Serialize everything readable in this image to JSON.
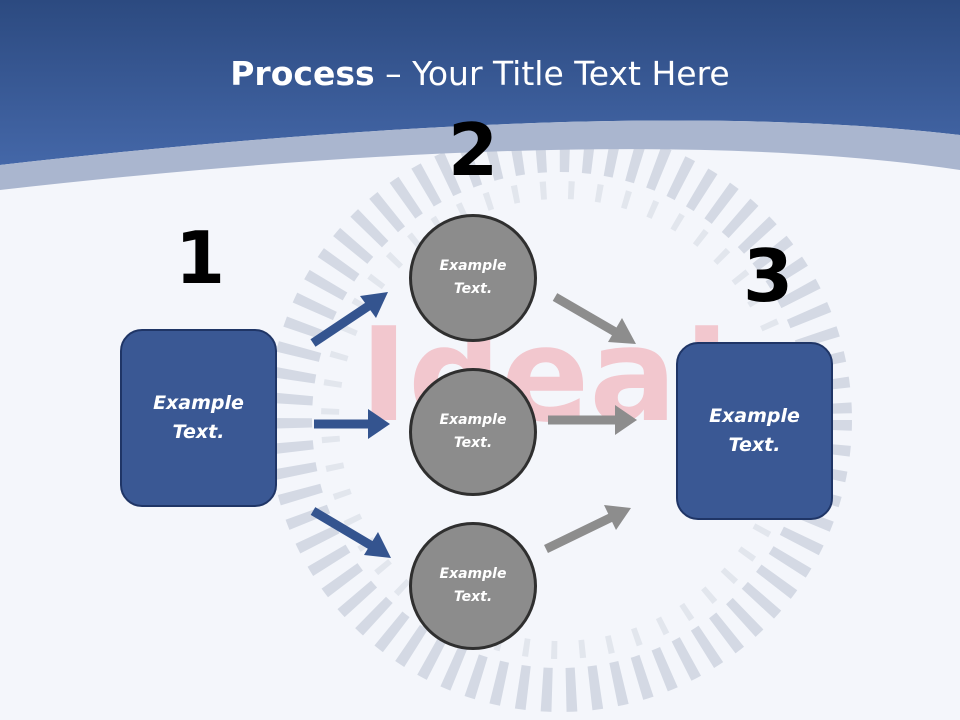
{
  "title": {
    "bold": "Process",
    "rest": " – Your Title Text Here"
  },
  "steps": {
    "one": "1",
    "two": "2",
    "three": "3"
  },
  "left_box": {
    "text": "Example Text."
  },
  "right_box": {
    "text": "Example Text."
  },
  "circles": [
    {
      "text": "Example Text."
    },
    {
      "text": "Example Text."
    },
    {
      "text": "Example Text."
    }
  ],
  "colors": {
    "header_blue": "#2f4f88",
    "box_fill": "#3a5894",
    "circle_fill": "#8c8c8c",
    "arrow_blue": "#34548f",
    "arrow_gray": "#8d8d8d"
  }
}
